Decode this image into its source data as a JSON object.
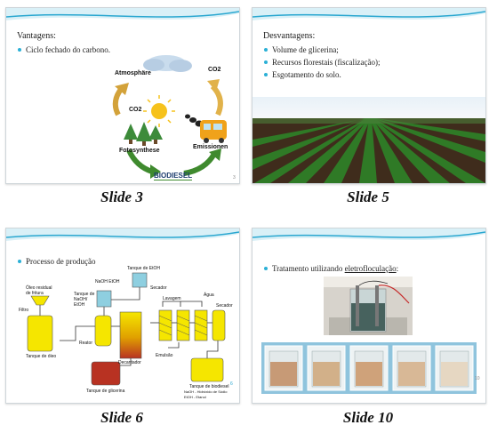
{
  "slides": [
    {
      "caption": "Slide 3",
      "heading": "Vantagens:",
      "bullets": [
        "Ciclo fechado do carbono."
      ],
      "labels": {
        "atmosphere": "Atmosphäre",
        "co2_top": "CO2",
        "co2_left": "CO2",
        "fotosynthese": "Fotosynthese",
        "emissionen": "Emissionen",
        "biodiesel": "BIODIESEL"
      },
      "page_number": "3"
    },
    {
      "caption": "Slide 5",
      "heading": "Desvantagens:",
      "bullets": [
        "Volume de glicerina;",
        "Recursos florestais (fiscalização);",
        "Esgotamento do solo."
      ]
    },
    {
      "caption": "Slide 6",
      "bullets": [
        "Processo de produção"
      ],
      "labels": {
        "oleo_residual": "Óleo residual de fritura",
        "filtro": "Filtro",
        "tanque_oleo": "Tanque de óleo",
        "naoh_etoh": "NaOH  EtOH",
        "tanque_naoh": "Tanque de NaOH/ EtOH",
        "tanque_etoh": "Tanque de EtOH",
        "secador_top": "Secador",
        "reator": "Reator",
        "decantador": "Decantador",
        "lavagem": "Lavagem",
        "agua": "Água",
        "secador_right": "Secador",
        "emulsao": "Emulsão",
        "tanque_glicerina": "Tanque de glicerina",
        "tanque_biodiesel": "Tanque de biodiesel",
        "legend_naoh": "NaOH - Hidróxido de Sódio",
        "legend_etoh": "EtOH - Etanol"
      },
      "page_number": "6"
    },
    {
      "caption": "Slide 10",
      "bullets": [],
      "bullet_prefix": "Tratamento utilizando ",
      "bullet_term": "eletrofloculação",
      "bullet_suffix": ":",
      "page_number": "10"
    }
  ],
  "colors": {
    "bullet": "#2bb0d6",
    "swoosh": "#2aa7d0",
    "tank_yellow": "#f5e600",
    "tank_red": "#b83222",
    "tank_blue": "#8ecfe0"
  }
}
